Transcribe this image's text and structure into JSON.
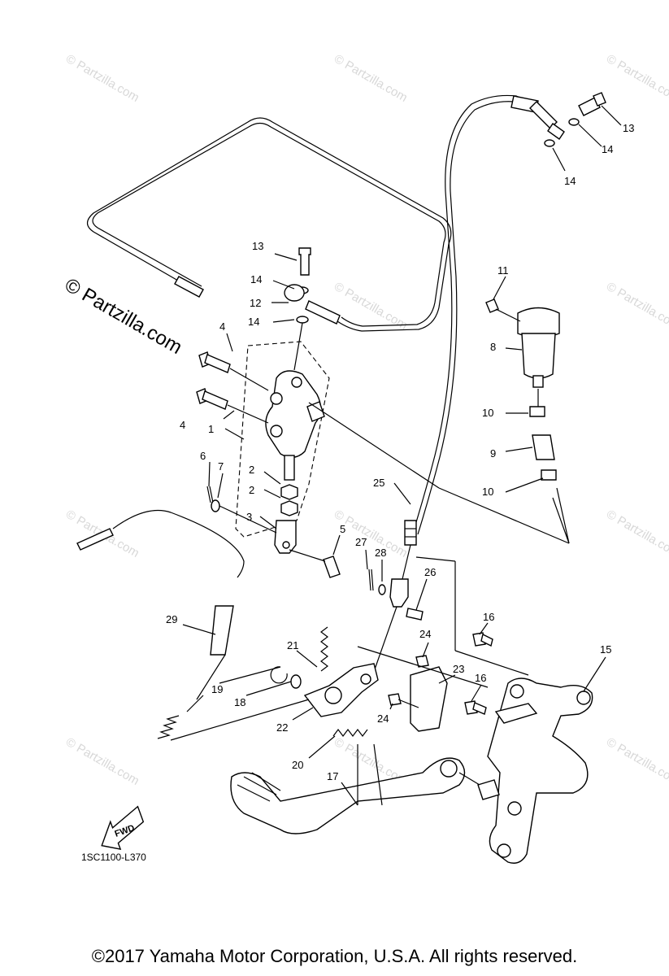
{
  "diagram": {
    "callouts": [
      {
        "id": "c1",
        "text": "1"
      },
      {
        "id": "c2a",
        "text": "2"
      },
      {
        "id": "c2b",
        "text": "2"
      },
      {
        "id": "c3",
        "text": "3"
      },
      {
        "id": "c4a",
        "text": "4"
      },
      {
        "id": "c4b",
        "text": "4"
      },
      {
        "id": "c5",
        "text": "5"
      },
      {
        "id": "c6",
        "text": "6"
      },
      {
        "id": "c7",
        "text": "7"
      },
      {
        "id": "c8",
        "text": "8"
      },
      {
        "id": "c9",
        "text": "9"
      },
      {
        "id": "c10a",
        "text": "10"
      },
      {
        "id": "c10b",
        "text": "10"
      },
      {
        "id": "c11",
        "text": "11"
      },
      {
        "id": "c12",
        "text": "12"
      },
      {
        "id": "c13a",
        "text": "13"
      },
      {
        "id": "c13b",
        "text": "13"
      },
      {
        "id": "c14a",
        "text": "14"
      },
      {
        "id": "c14b",
        "text": "14"
      },
      {
        "id": "c14c",
        "text": "14"
      },
      {
        "id": "c14d",
        "text": "14"
      },
      {
        "id": "c15",
        "text": "15"
      },
      {
        "id": "c16a",
        "text": "16"
      },
      {
        "id": "c16b",
        "text": "16"
      },
      {
        "id": "c17",
        "text": "17"
      },
      {
        "id": "c18",
        "text": "18"
      },
      {
        "id": "c19",
        "text": "19"
      },
      {
        "id": "c20",
        "text": "20"
      },
      {
        "id": "c21",
        "text": "21"
      },
      {
        "id": "c22",
        "text": "22"
      },
      {
        "id": "c23",
        "text": "23"
      },
      {
        "id": "c24a",
        "text": "24"
      },
      {
        "id": "c24b",
        "text": "24"
      },
      {
        "id": "c25",
        "text": "25"
      },
      {
        "id": "c26",
        "text": "26"
      },
      {
        "id": "c27",
        "text": "27"
      },
      {
        "id": "c28",
        "text": "28"
      },
      {
        "id": "c29",
        "text": "29"
      }
    ],
    "fwd_label": "FWD",
    "diagram_code": "1SC1100-L370",
    "watermark_main": "© Partzilla.com",
    "watermark_faint": "© Partzilla.com"
  },
  "footer": {
    "copyright": "©2017  Yamaha Motor Corporation, U.S.A. All rights reserved."
  }
}
